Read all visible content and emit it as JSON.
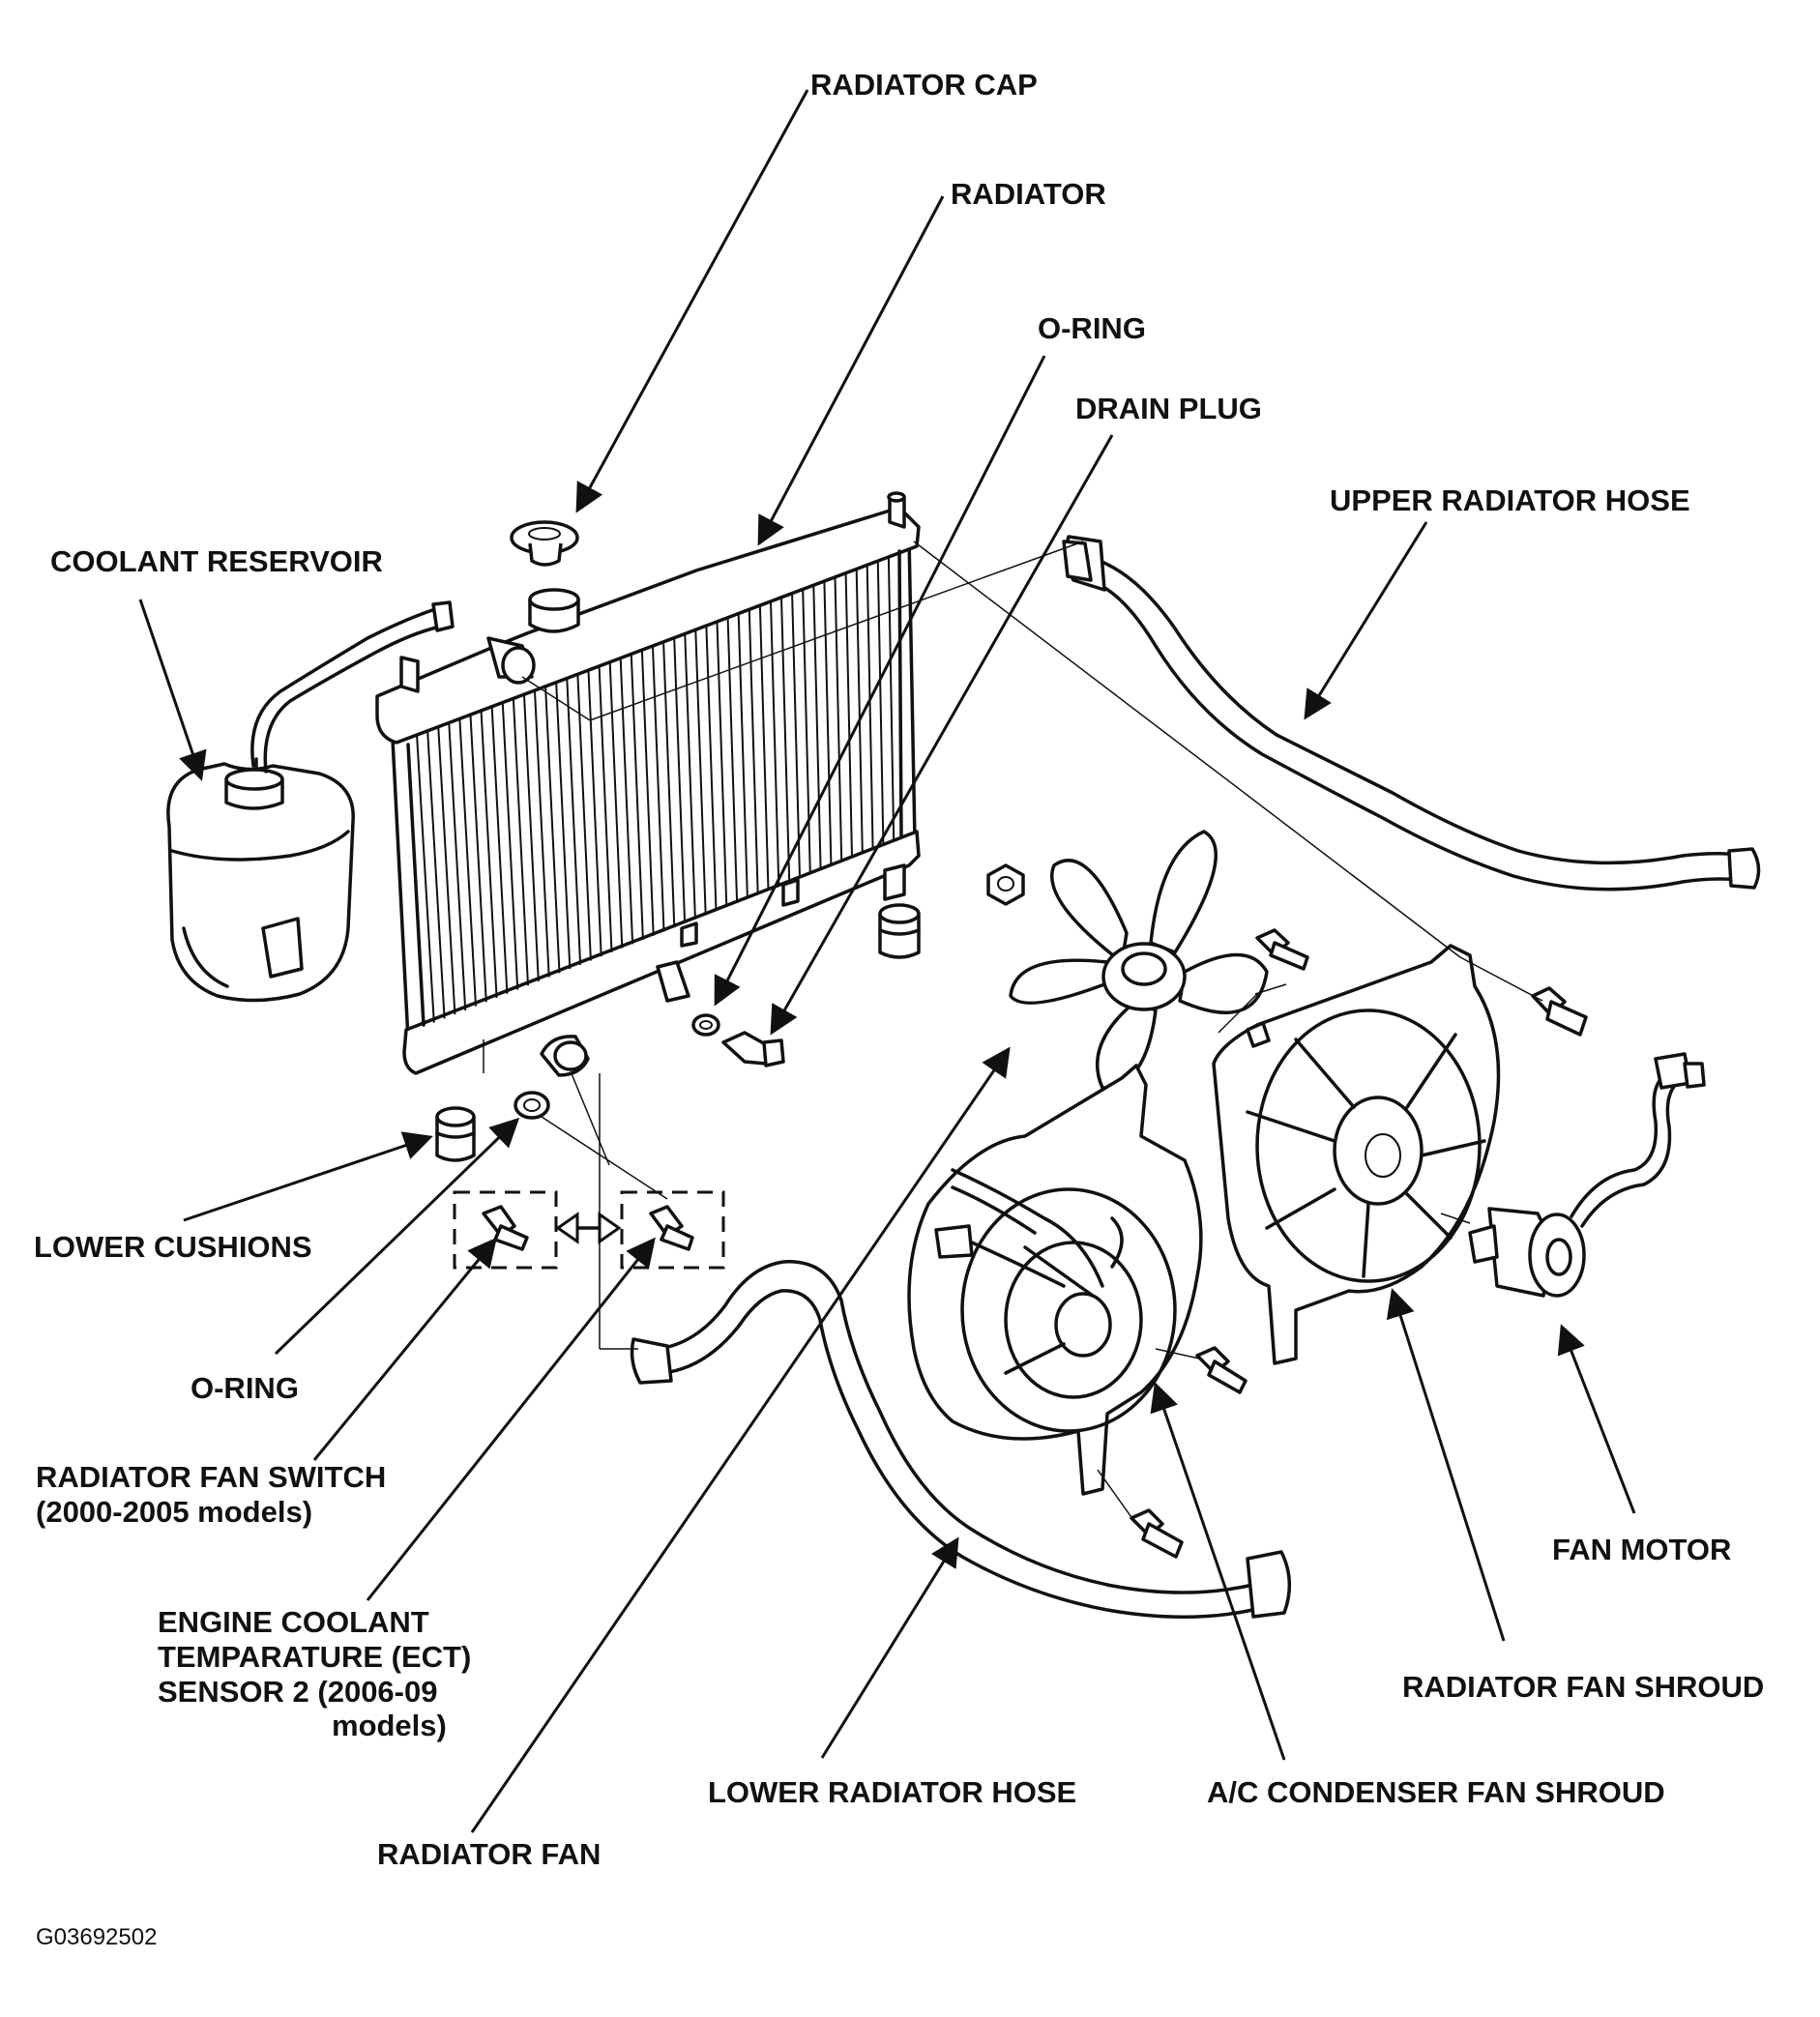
{
  "labels": {
    "radiator_cap": "RADIATOR CAP",
    "radiator": "RADIATOR",
    "o_ring_top": "O-RING",
    "drain_plug": "DRAIN PLUG",
    "upper_radiator_hose": "UPPER RADIATOR HOSE",
    "coolant_reservoir": "COOLANT RESERVOIR",
    "lower_cushions": "LOWER CUSHIONS",
    "o_ring_bottom": "O-RING",
    "radiator_fan_switch": "RADIATOR FAN SWITCH\n(2000-2005 models)",
    "ect_sensor": "ENGINE COOLANT\nTEMPARATURE (ECT)\nSENSOR 2 (2006-09",
    "ect_sensor_models": "models)",
    "radiator_fan": "RADIATOR FAN",
    "lower_radiator_hose": "LOWER RADIATOR HOSE",
    "ac_condenser_fan_shroud": "A/C CONDENSER FAN SHROUD",
    "radiator_fan_shroud": "RADIATOR FAN SHROUD",
    "fan_motor": "FAN MOTOR"
  },
  "figure_code": "G03692502"
}
